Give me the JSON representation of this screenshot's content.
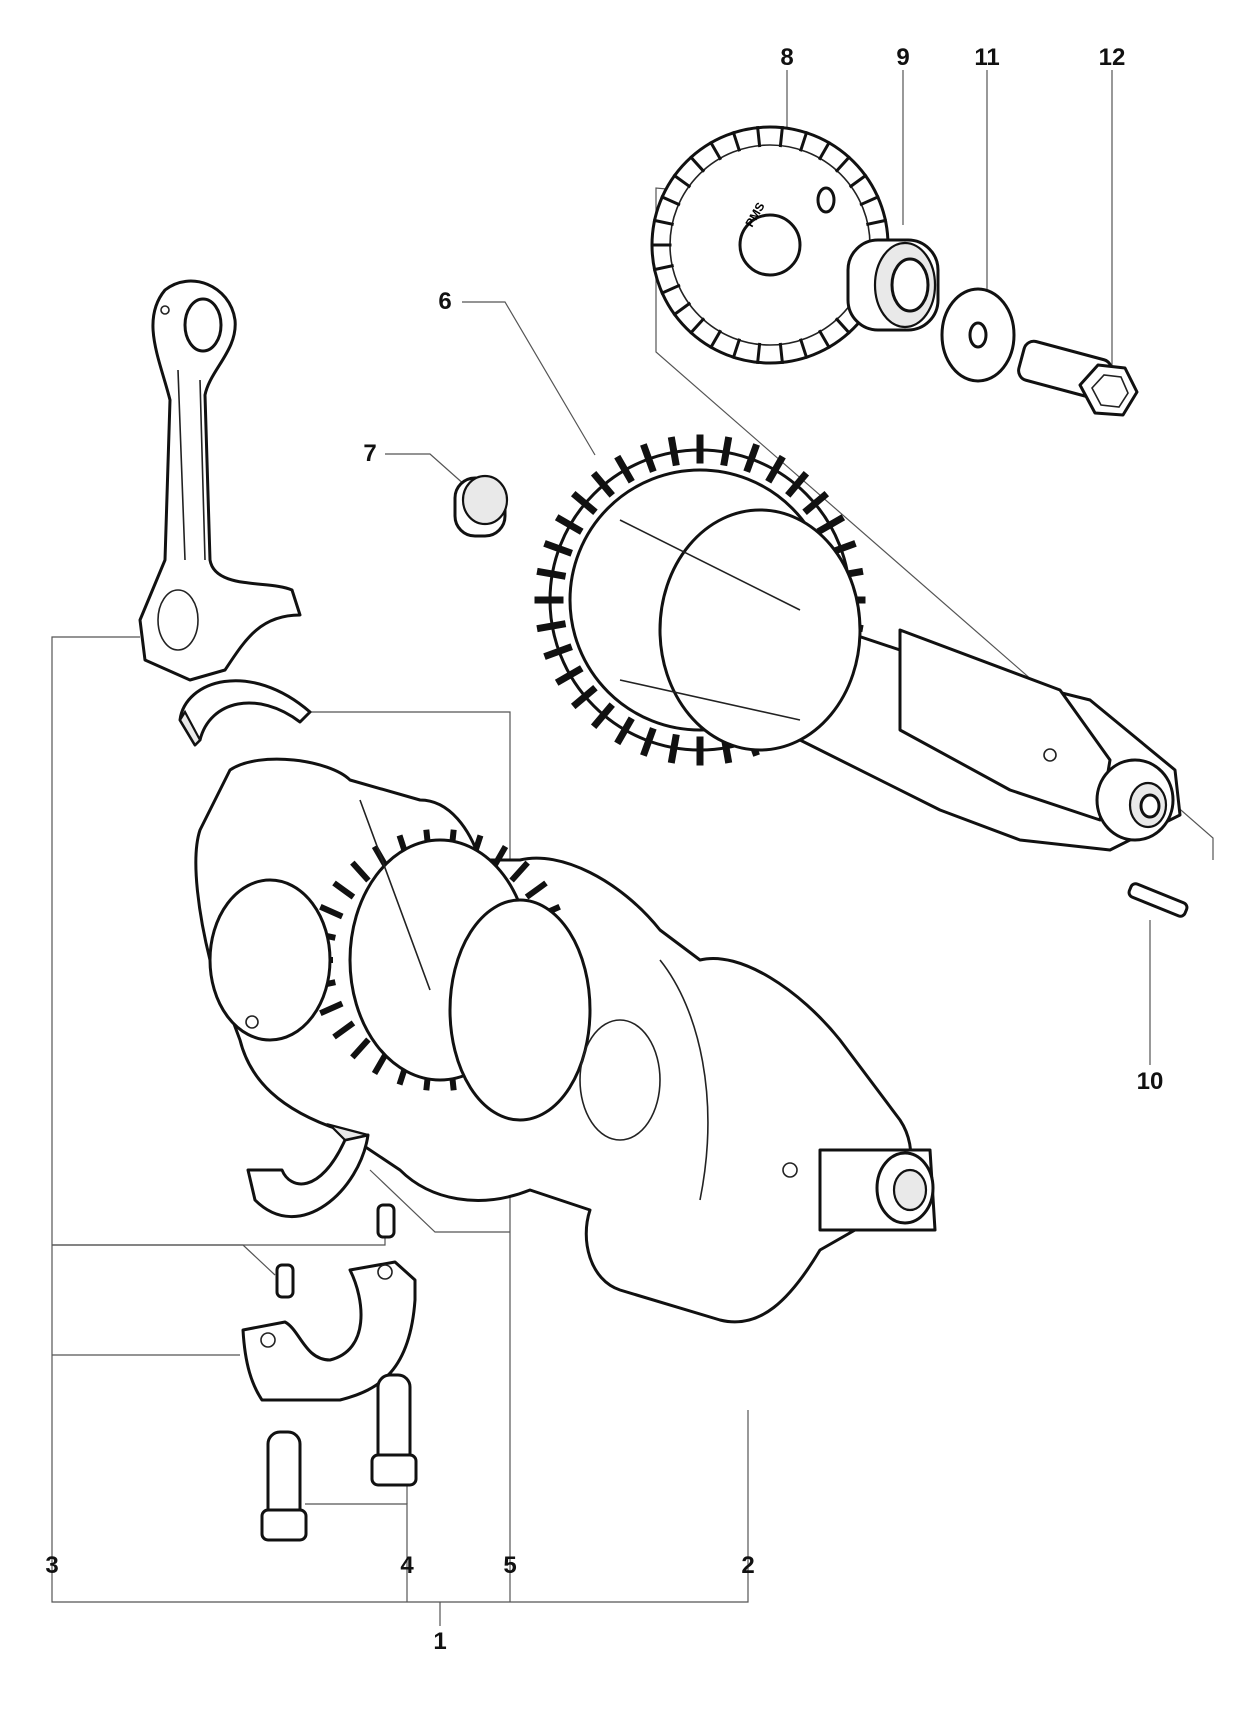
{
  "diagram": {
    "callouts": {
      "c1": "1",
      "c2": "2",
      "c3": "3",
      "c4": "4",
      "c5": "5",
      "c6": "6",
      "c7": "7",
      "c8": "8",
      "c9": "9",
      "c10": "10",
      "c11": "11",
      "c12": "12"
    },
    "timing_disc_marking": "PMS"
  }
}
